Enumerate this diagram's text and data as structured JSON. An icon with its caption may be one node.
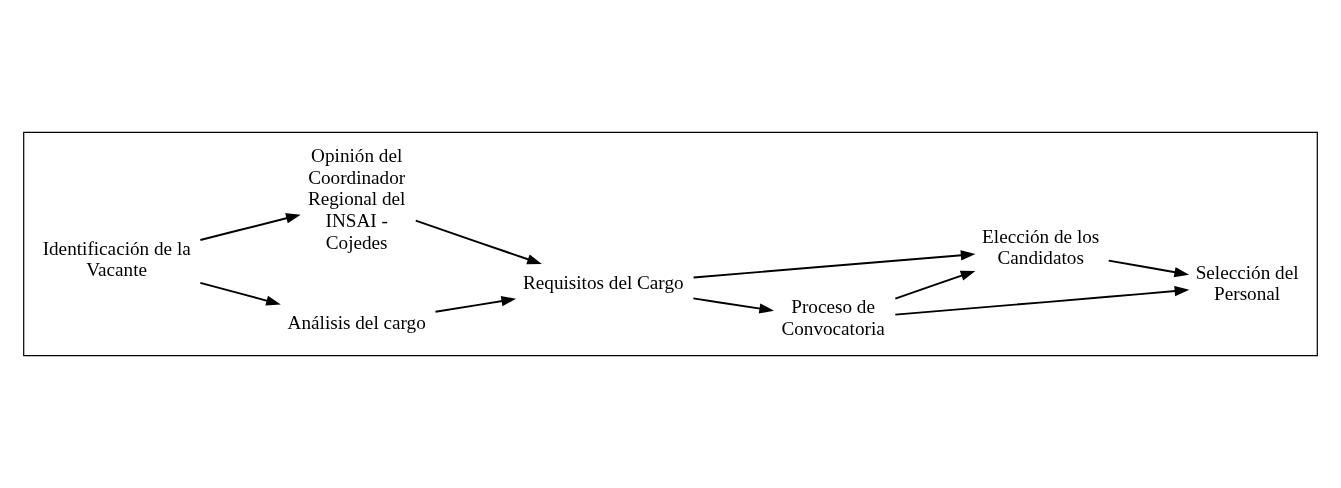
{
  "diagram": {
    "nodes": [
      {
        "text": [],
        "shape": "box"
      },
      {
        "text": [
          "Identificación de la Vacante"
        ],
        "in": 0
      },
      {
        "text": [
          "Análisis del cargo"
        ],
        "in": 0
      },
      {
        "text": [
          "Opinión del Coordinador Regional del INSAI - Cojedes"
        ],
        "in": 0
      },
      {
        "text": [
          "Requisitos del Cargo"
        ],
        "in": 0
      },
      {
        "text": [
          "Proceso de Convocatoria"
        ],
        "in": 0
      },
      {
        "text": [
          "Elección de los Candidatos"
        ],
        "in": 0
      },
      {
        "text": [
          "Selección del Personal"
        ],
        "in": 0
      }
    ],
    "edges": [
      {
        "from": 1,
        "to": 2,
        "arrow": "to"
      },
      {
        "from": 1,
        "to": 3,
        "arrow": "to"
      },
      {
        "from": 2,
        "to": 4,
        "arrow": "to"
      },
      {
        "from": 3,
        "to": 4,
        "arrow": "to"
      },
      {
        "from": 4,
        "to": 5,
        "arrow": "to"
      },
      {
        "from": 4,
        "to": 6,
        "arrow": "to"
      },
      {
        "from": 5,
        "to": 6,
        "arrow": "to"
      },
      {
        "from": 5,
        "to": 7,
        "arrow": "to"
      },
      {
        "from": 6,
        "to": 7,
        "arrow": "to"
      }
    ]
  }
}
